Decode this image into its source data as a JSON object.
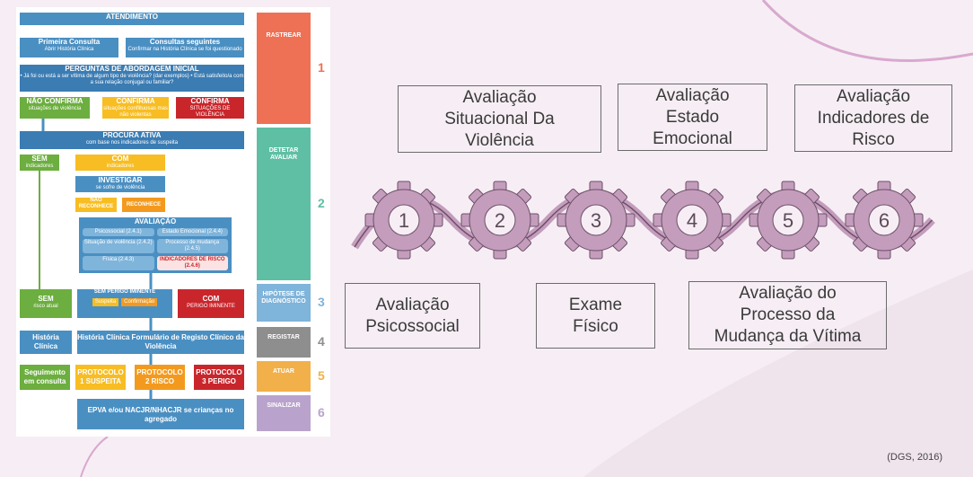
{
  "flowchart": {
    "atendimento": "ATENDIMENTO",
    "primeira_consulta": "Primeira Consulta",
    "primeira_consulta_sub": "Abrir História Clínica",
    "consultas_seguintes": "Consultas seguintes",
    "consultas_seguintes_sub": "Confirmar na História Clínica se foi questionado",
    "perguntas": "PERGUNTAS DE ABORDAGEM INICIAL",
    "perguntas_sub": "• Já foi ou está a ser vítima de algum tipo de violência? (dar exemplos)  • Está satisfeito/a com a sua relação conjugal ou familiar?",
    "nao_confirma": "NÃO CONFIRMA",
    "nao_confirma_sub": "situações de violência",
    "confirma_1": "CONFIRMA",
    "confirma_1_sub": "situações conflituosas mas não violentas",
    "confirma_2": "CONFIRMA",
    "confirma_2_sub": "SITUAÇÕES DE VIOLÊNCIA",
    "procura_ativa": "PROCURA ATIVA",
    "procura_ativa_sub": "com base nos indicadores de suspeita",
    "sem": "SEM",
    "sem_sub": "indicadores",
    "com": "COM",
    "com_sub": "indicadores",
    "investigar": "INVESTIGAR",
    "investigar_sub": "se sofre de violência",
    "nao_reconhece": "NÃO RECONHECE",
    "reconhece": "RECONHECE",
    "avaliacao": "AVALIAÇÃO",
    "av_items": [
      "Psicossocial (2.4.1)",
      "Estado Emocional (2.4.4)",
      "Situação de violência (2.4.2)",
      "Processo de mudança (2.4.5)",
      "Física (2.4.3)",
      "INDICADORES DE RISCO (2.4.6)"
    ],
    "sem_risco": "SEM",
    "sem_risco_sub": "risco atual",
    "sem_perigo": "SEM PERIGO IMINENTE",
    "suspeita": "Suspeita",
    "confirmacao": "Confirmação",
    "com_perigo": "COM",
    "com_perigo_sub": "PERIGO IMINENTE",
    "historia": "História Clínica",
    "registo": "História Clínica Formulário de Registo Clínico da Violência",
    "seguimento": "Seguimento em consulta",
    "protocolo_1": "PROTOCOLO 1 SUSPEITA",
    "protocolo_2": "PROTOCOLO 2 RISCO",
    "protocolo_3": "PROTOCOLO 3 PERIGO",
    "epva": "EPVA e/ou NACJR/NHACJR se crianças no agregado",
    "stages": [
      {
        "label": "RASTREAR",
        "num": "1",
        "color": "#ee7155"
      },
      {
        "label": "DETETAR AVALIAR",
        "num": "2",
        "color": "#5ebfa4"
      },
      {
        "label": "HIPÓTESE DE DIAGNÓSTICO",
        "num": "3",
        "color": "#7fb4db"
      },
      {
        "label": "REGISTAR",
        "num": "4",
        "color": "#8e8e8e"
      },
      {
        "label": "ATUAR",
        "num": "5",
        "color": "#f2b04a"
      },
      {
        "label": "SINALIZAR",
        "num": "6",
        "color": "#b9a3cc"
      }
    ]
  },
  "gears": {
    "numbers": [
      "1",
      "2",
      "3",
      "4",
      "5",
      "6"
    ],
    "gear_color": "#c49dbd",
    "stroke_color": "#6d4f67",
    "labels": {
      "top_1": "Avaliação\nSituacional Da\nViolência",
      "top_2": "Avaliação\nEstado\nEmocional",
      "top_3": "Avaliação\nIndicadores de\nRisco",
      "bottom_1": "Avaliação\nPsicossocial",
      "bottom_2": "Exame\nFísico",
      "bottom_3": "Avaliação do\nProcesso da\nMudança da Vítima"
    }
  },
  "source": "(DGS, 2016)"
}
